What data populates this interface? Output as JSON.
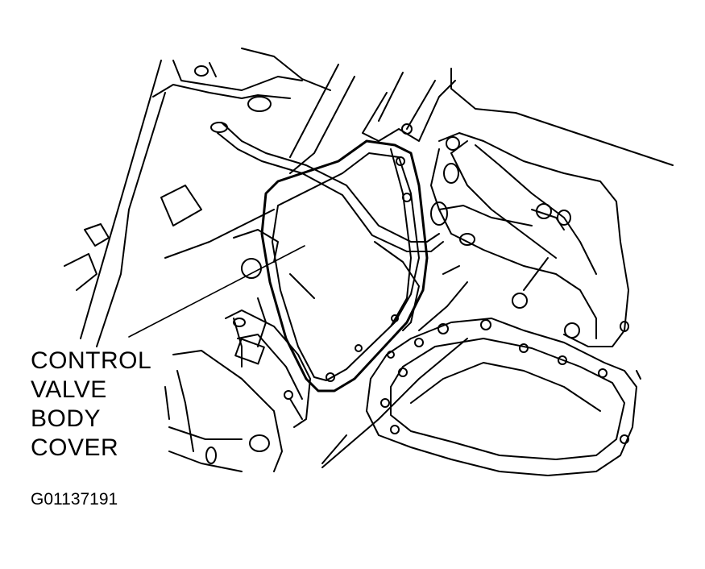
{
  "callout": {
    "line1": "CONTROL",
    "line2": "VALVE",
    "line3": "BODY",
    "line4": "COVER"
  },
  "figure_id": "G01137191"
}
